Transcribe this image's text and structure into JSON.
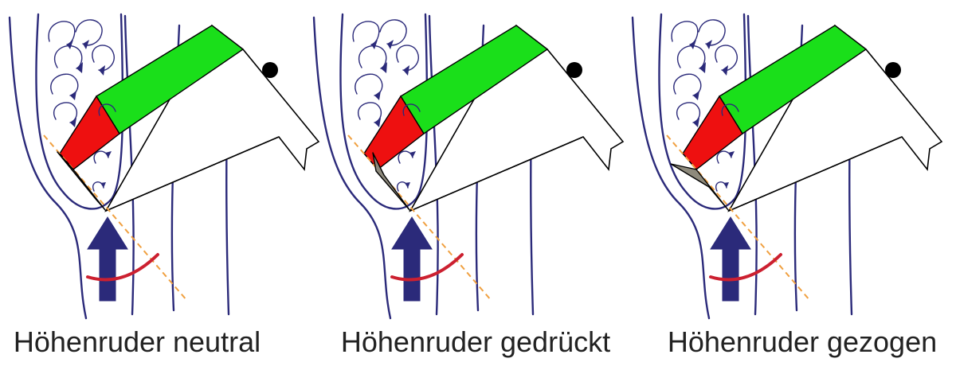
{
  "panels": [
    {
      "id": "neutral",
      "caption": "Höhenruder neutral",
      "elevator": "neutral"
    },
    {
      "id": "pushed",
      "caption": "Höhenruder gedrückt",
      "elevator": "pushed"
    },
    {
      "id": "pulled",
      "caption": "Höhenruder gezogen",
      "elevator": "pulled"
    }
  ],
  "colors": {
    "streamlines": "#2b2a7a",
    "main_body": "#1adf1a",
    "head_section": "#ee1010",
    "elevator": "#8e8a7c",
    "turn_arc": "#cc2030",
    "axis_line": "#f0a040"
  }
}
